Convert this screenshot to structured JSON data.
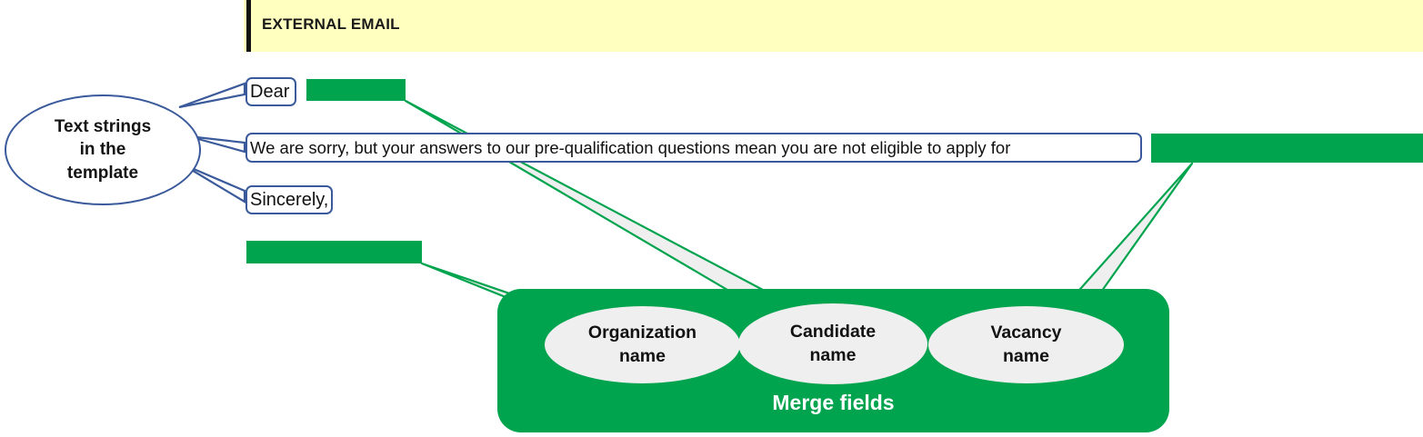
{
  "banner": {
    "label": "EXTERNAL EMAIL",
    "background_color": "#FFFFBF",
    "accent_bar_color": "#111111"
  },
  "colors": {
    "merge_green": "#00A44E",
    "outline_blue": "#3A5A9B",
    "ellipse_gray": "#EFEFEF",
    "banner_yellow": "#FFFFBF"
  },
  "left_group": {
    "label": "Text strings\nin the\ntemplate",
    "line1": "Text strings",
    "line2": "in the",
    "line3": "template"
  },
  "template_text": {
    "greeting": "Dear",
    "body": "We are sorry, but your answers to our pre-qualification questions mean you are not eligible to apply for",
    "closing": "Sincerely,"
  },
  "merge_fields": {
    "panel_label": "Merge fields",
    "fields": [
      {
        "name": "Organization name",
        "line1": "Organization",
        "line2": "name"
      },
      {
        "name": "Candidate name",
        "line1": "Candidate",
        "line2": "name"
      },
      {
        "name": "Vacancy name",
        "line1": "Vacancy",
        "line2": "name"
      }
    ],
    "placeholder_bars": [
      {
        "id": "candidate-name-bar",
        "field": "Candidate name"
      },
      {
        "id": "vacancy-name-bar",
        "field": "Vacancy name"
      },
      {
        "id": "organization-name-bar",
        "field": "Organization name"
      }
    ]
  }
}
